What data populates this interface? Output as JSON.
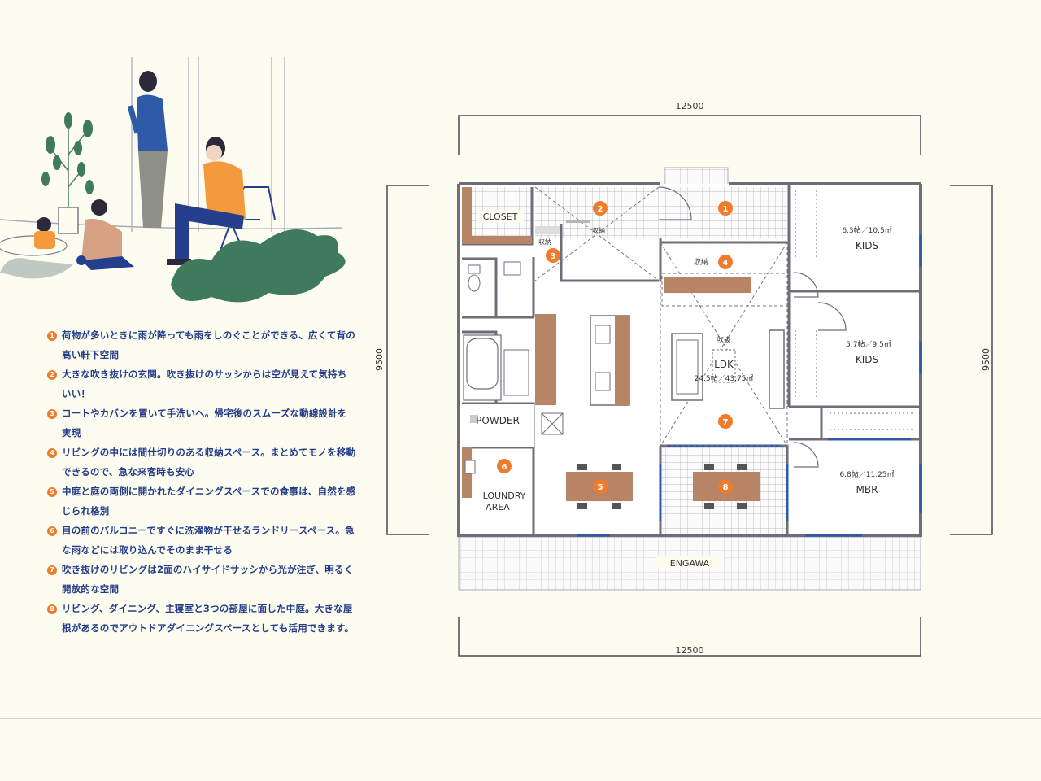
{
  "notes": [
    {
      "num": "1",
      "text": "荷物が多いときに雨が降っても雨をしのぐことができる、広くて背の高い軒下空間"
    },
    {
      "num": "2",
      "text": "大きな吹き抜けの玄関。吹き抜けのサッシからは空が見えて気持ちいい！"
    },
    {
      "num": "3",
      "text": "コートやカバンを置いて手洗いへ。帰宅後のスムーズな動線設計を実現"
    },
    {
      "num": "4",
      "text": "リビングの中には間仕切りのある収納スペース。まとめてモノを移動できるので、急な来客時も安心"
    },
    {
      "num": "5",
      "text": "中庭と庭の両側に開かれたダイニングスペースでの食事は、自然を感じられ格別"
    },
    {
      "num": "6",
      "text": "目の前のバルコニーですぐに洗濯物が干せるランドリースペース。急な雨などには取り込んでそのまま干せる"
    },
    {
      "num": "7",
      "text": "吹き抜けのリビングは2面のハイサイドサッシから光が注ぎ、明るく開放的な空間"
    },
    {
      "num": "8",
      "text": "リビング、ダイニング、主寝室と3つの部屋に面した中庭。大きな屋根があるのでアウトドアダイニングスペースとしても活用できます。"
    }
  ],
  "plan": {
    "dim_top": "12500",
    "dim_bottom": "12500",
    "dim_left": "9500",
    "dim_right": "9500",
    "rooms": {
      "closet": "CLOSET",
      "powder": "POWDER",
      "laundry_1": "LOUNDRY",
      "laundry_2": "AREA",
      "kids1_area": "6.3帖／10.5㎡",
      "kids1_name": "KIDS",
      "kids2_area": "5.7帖／9.5㎡",
      "kids2_name": "KIDS",
      "mbr_area": "6.8帖／11.25㎡",
      "mbr_name": "MBR",
      "ldk_name": "LDK",
      "ldk_sub": "吹抜",
      "ldk_area": "24.5帖／43.75㎡",
      "storage_label": "収納",
      "entry_storage_label": "収納",
      "kitchen_storage_label": "収納",
      "engawa": "ENGAWA"
    },
    "markers": [
      "1",
      "2",
      "3",
      "4",
      "5",
      "6",
      "7",
      "8"
    ]
  },
  "colors": {
    "accent": "#f07c2b",
    "text_blue": "#243d88",
    "wall": "#6e6e78",
    "wood": "#b88466",
    "plant_green": "#3f7a5d",
    "background": "#fdfcf0"
  }
}
